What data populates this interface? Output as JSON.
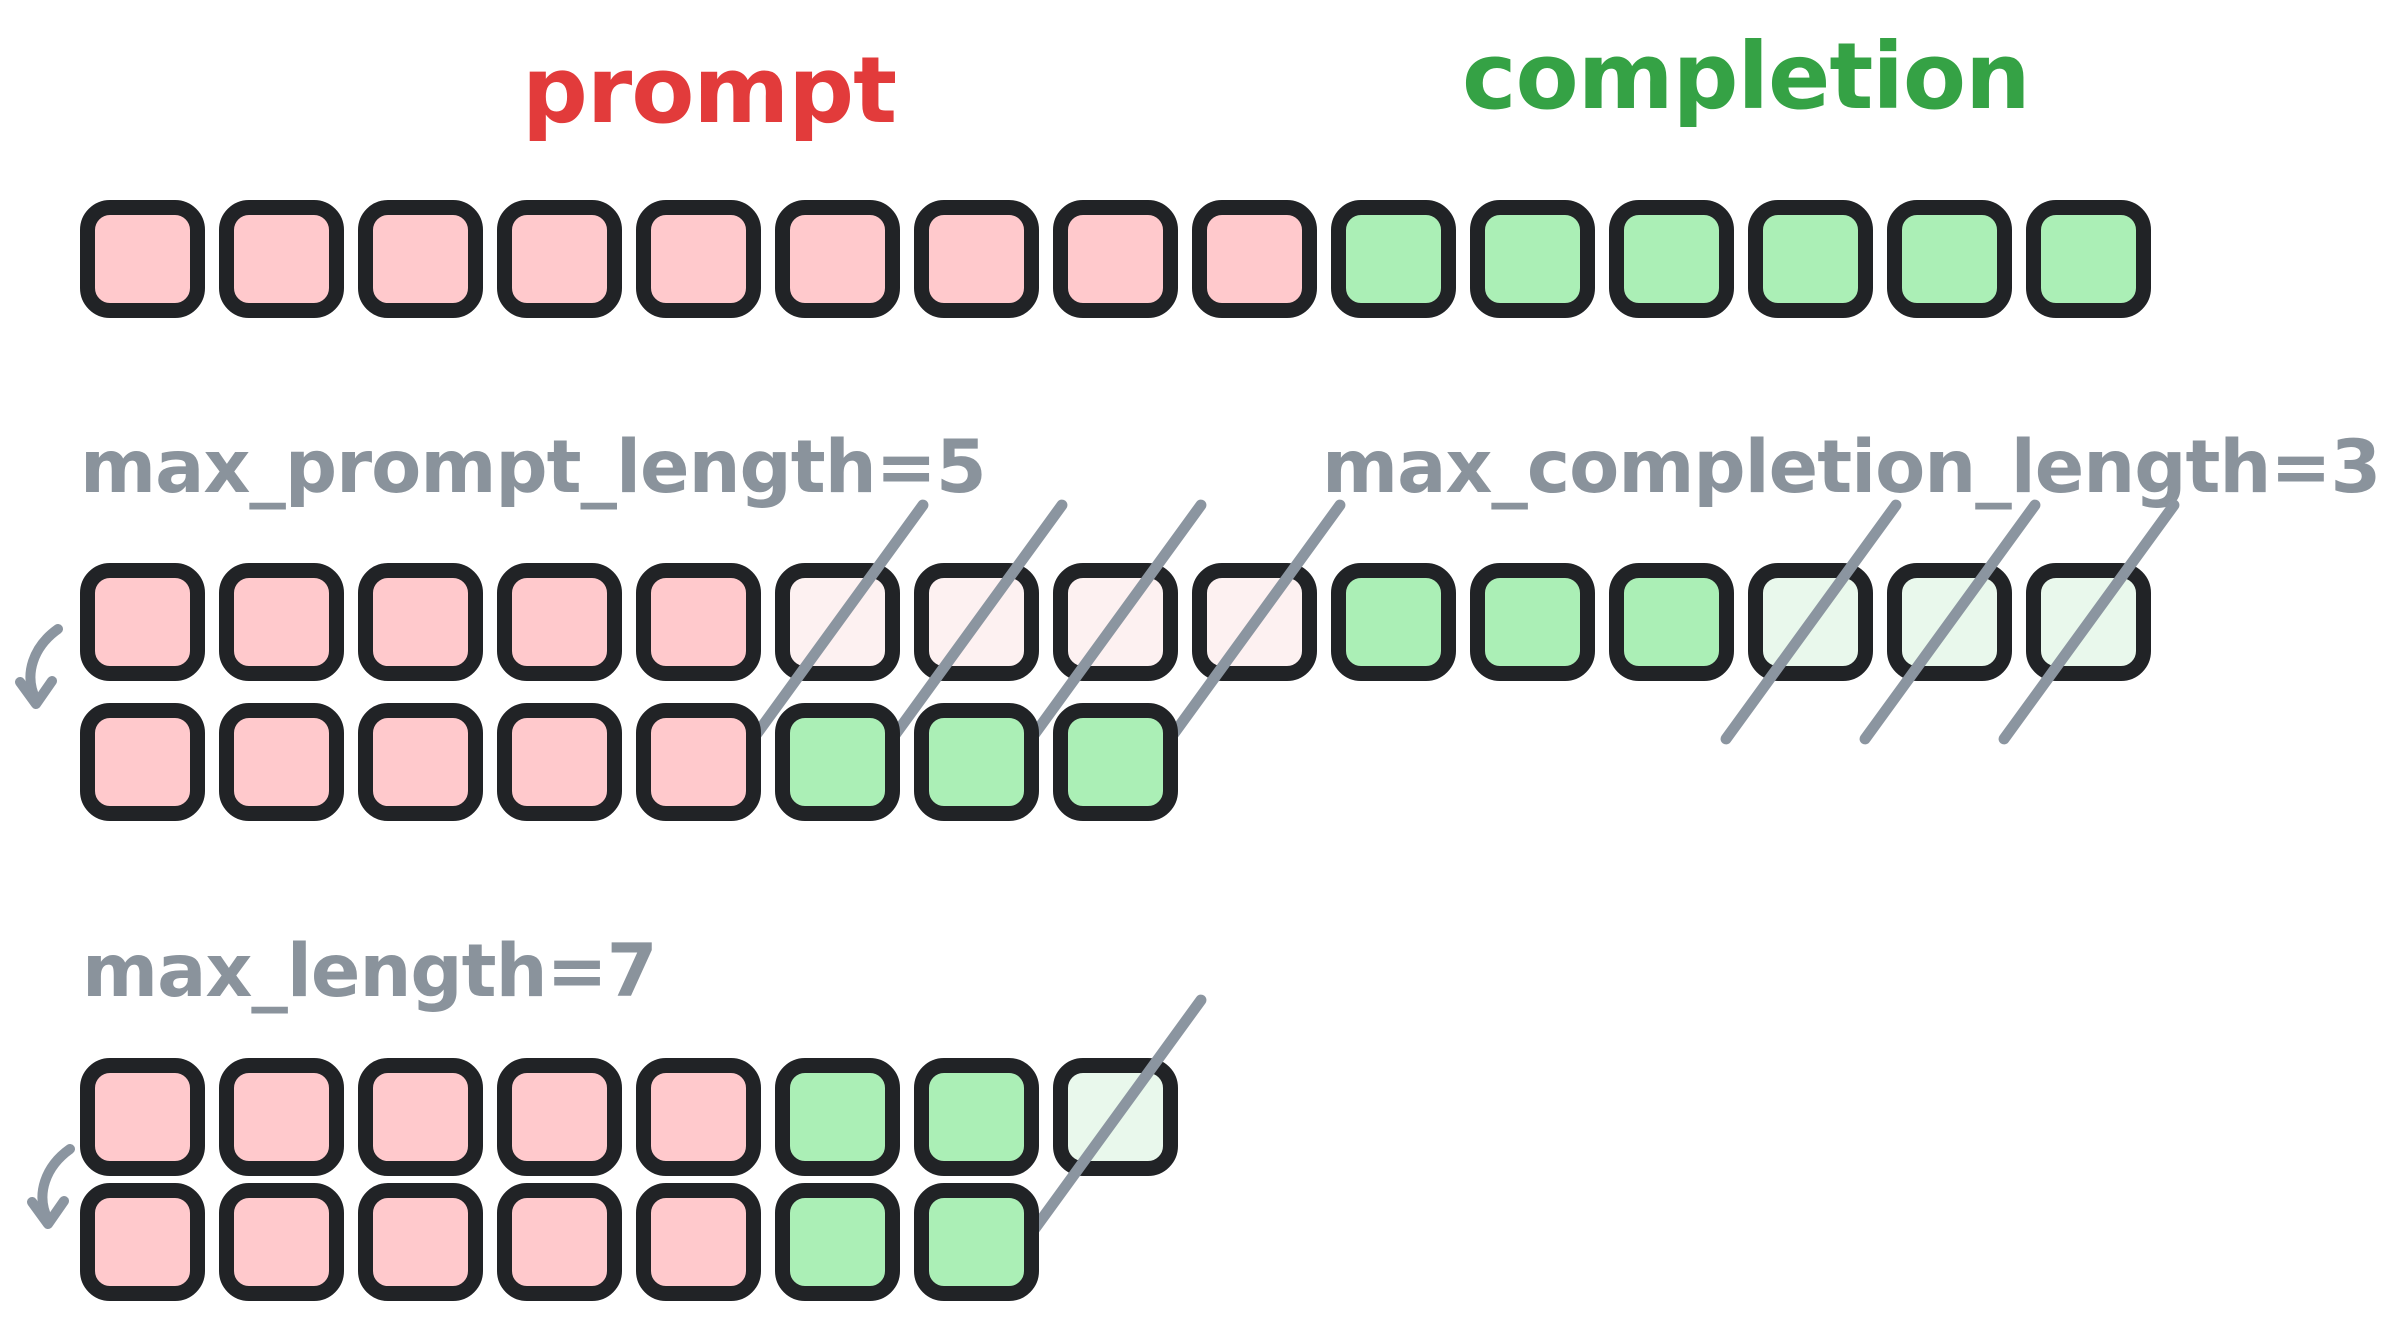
{
  "labels": {
    "prompt": "prompt",
    "completion": "completion",
    "max_prompt_length": "max_prompt_length=5",
    "max_completion_length": "max_completion_length=3",
    "max_length": "max_length=7"
  },
  "colors": {
    "prompt_token": "#ffc9cc",
    "completion_token": "#abefb6",
    "prompt_token_dropped": "#fdf1f1",
    "completion_token_dropped": "#e9f8ec",
    "token_border": "#212326",
    "strike_gray": "#8b95a0",
    "label_gray": "#8a939c",
    "prompt_label_red": "#e23b3b",
    "completion_label_green": "#35a245",
    "background": "#ffffff"
  },
  "icons": {
    "arrow": "curved-down-arrow",
    "strike": "diagonal-strikethrough"
  },
  "diagram": {
    "rows": [
      {
        "id": "original-sequence",
        "tokens": [
          "prompt",
          "prompt",
          "prompt",
          "prompt",
          "prompt",
          "prompt",
          "prompt",
          "prompt",
          "prompt",
          "completion",
          "completion",
          "completion",
          "completion",
          "completion",
          "completion"
        ]
      },
      {
        "id": "truncation-markers",
        "tokens": [
          "prompt",
          "prompt",
          "prompt",
          "prompt",
          "prompt",
          "prompt-dropped",
          "prompt-dropped",
          "prompt-dropped",
          "prompt-dropped",
          "completion",
          "completion",
          "completion",
          "completion-dropped",
          "completion-dropped",
          "completion-dropped"
        ]
      },
      {
        "id": "after-prompt-completion-truncation",
        "tokens": [
          "prompt",
          "prompt",
          "prompt",
          "prompt",
          "prompt",
          "completion",
          "completion",
          "completion"
        ]
      },
      {
        "id": "max-length-markers",
        "tokens": [
          "prompt",
          "prompt",
          "prompt",
          "prompt",
          "prompt",
          "completion",
          "completion",
          "completion-dropped"
        ]
      },
      {
        "id": "after-max-length-truncation",
        "tokens": [
          "prompt",
          "prompt",
          "prompt",
          "prompt",
          "prompt",
          "completion",
          "completion"
        ]
      }
    ],
    "prompt_token_count": 9,
    "completion_token_count": 6
  }
}
